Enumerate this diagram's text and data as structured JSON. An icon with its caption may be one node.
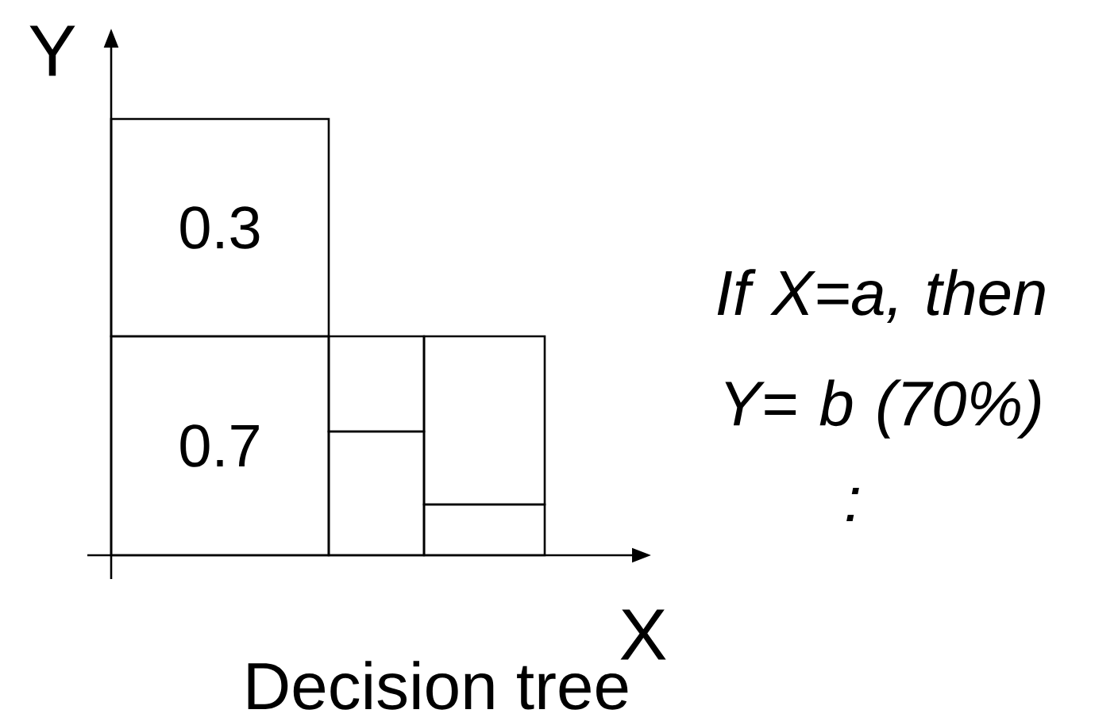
{
  "diagram": {
    "caption": "Decision tree",
    "nodes": [
      {
        "text": [
          "0.3"
        ]
      },
      {
        "text": [
          "0.7"
        ]
      },
      {
        "text": [],
        "shape": "box"
      },
      {
        "text": [],
        "shape": "box"
      },
      {
        "text": [],
        "shape": "box"
      },
      {
        "text": [],
        "shape": "box"
      }
    ],
    "edges": [],
    "labels": [
      "Y",
      "X",
      "If X=a, then Y= b (70%)",
      ":"
    ]
  }
}
